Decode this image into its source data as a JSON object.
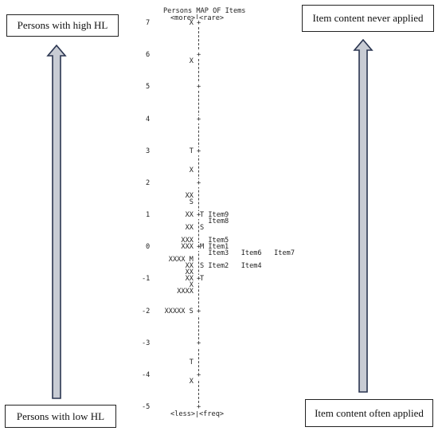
{
  "labels": {
    "top_left": "Persons with high HL",
    "bottom_left": "Persons with low HL",
    "top_right": "Item content never applied",
    "bottom_right": "Item content often applied"
  },
  "map": {
    "title": "Persons MAP OF Items",
    "header_left": "<more>",
    "header_right": "<rare>",
    "footer_left": "<less>",
    "footer_right": "<freq>",
    "scale": [
      "7",
      "6",
      "5",
      "4",
      "3",
      "2",
      "1",
      "0",
      "-1",
      "-2",
      "-3",
      "-4",
      "-5"
    ],
    "rows": [
      {
        "value": 7,
        "persons": "X",
        "marker": "+",
        "items": ""
      },
      {
        "value": 6,
        "persons": "",
        "marker": "+",
        "items": ""
      },
      {
        "value": 5.8,
        "persons": "X",
        "marker": "|",
        "items": ""
      },
      {
        "value": 5,
        "persons": "",
        "marker": "+",
        "items": ""
      },
      {
        "value": 4,
        "persons": "",
        "marker": "+",
        "items": ""
      },
      {
        "value": 3,
        "persons": "T",
        "marker": "+",
        "items": ""
      },
      {
        "value": 2.4,
        "persons": "X",
        "marker": "|",
        "items": ""
      },
      {
        "value": 2,
        "persons": "",
        "marker": "+",
        "items": ""
      },
      {
        "value": 1.6,
        "persons": "XX",
        "marker": "|",
        "items": ""
      },
      {
        "value": 1.4,
        "persons": "S",
        "marker": "|",
        "items": ""
      },
      {
        "value": 1,
        "persons": "XX",
        "marker": "+",
        "items": "T Item9"
      },
      {
        "value": 0.8,
        "persons": "",
        "marker": "|",
        "items": "  Item8"
      },
      {
        "value": 0.6,
        "persons": "XX",
        "marker": "|",
        "items": "S"
      },
      {
        "value": 0.2,
        "persons": "XXX",
        "marker": "|",
        "items": "  Item5"
      },
      {
        "value": 0,
        "persons": "XXX",
        "marker": "+",
        "items": "M Item1"
      },
      {
        "value": -0.2,
        "persons": "",
        "marker": "|",
        "items": "  Item3   Item6   Item7"
      },
      {
        "value": -0.4,
        "persons": "XXXX M",
        "marker": "|",
        "items": ""
      },
      {
        "value": -0.6,
        "persons": "XX",
        "marker": "|",
        "items": "S Item2   Item4"
      },
      {
        "value": -0.8,
        "persons": "XX",
        "marker": "|",
        "items": ""
      },
      {
        "value": -1,
        "persons": "XX",
        "marker": "+",
        "items": "T"
      },
      {
        "value": -1.2,
        "persons": "X",
        "marker": "|",
        "items": ""
      },
      {
        "value": -1.4,
        "persons": "XXXX",
        "marker": "|",
        "items": ""
      },
      {
        "value": -2,
        "persons": "XXXXX S",
        "marker": "+",
        "items": ""
      },
      {
        "value": -3,
        "persons": "",
        "marker": "+",
        "items": ""
      },
      {
        "value": -3.6,
        "persons": "T",
        "marker": "|",
        "items": ""
      },
      {
        "value": -4,
        "persons": "",
        "marker": "+",
        "items": ""
      },
      {
        "value": -4.2,
        "persons": "X",
        "marker": "|",
        "items": ""
      },
      {
        "value": -5,
        "persons": "",
        "marker": "+",
        "items": ""
      }
    ]
  },
  "colors": {
    "arrow_fill": "#c8ccd4",
    "arrow_stroke": "#2a3550"
  }
}
